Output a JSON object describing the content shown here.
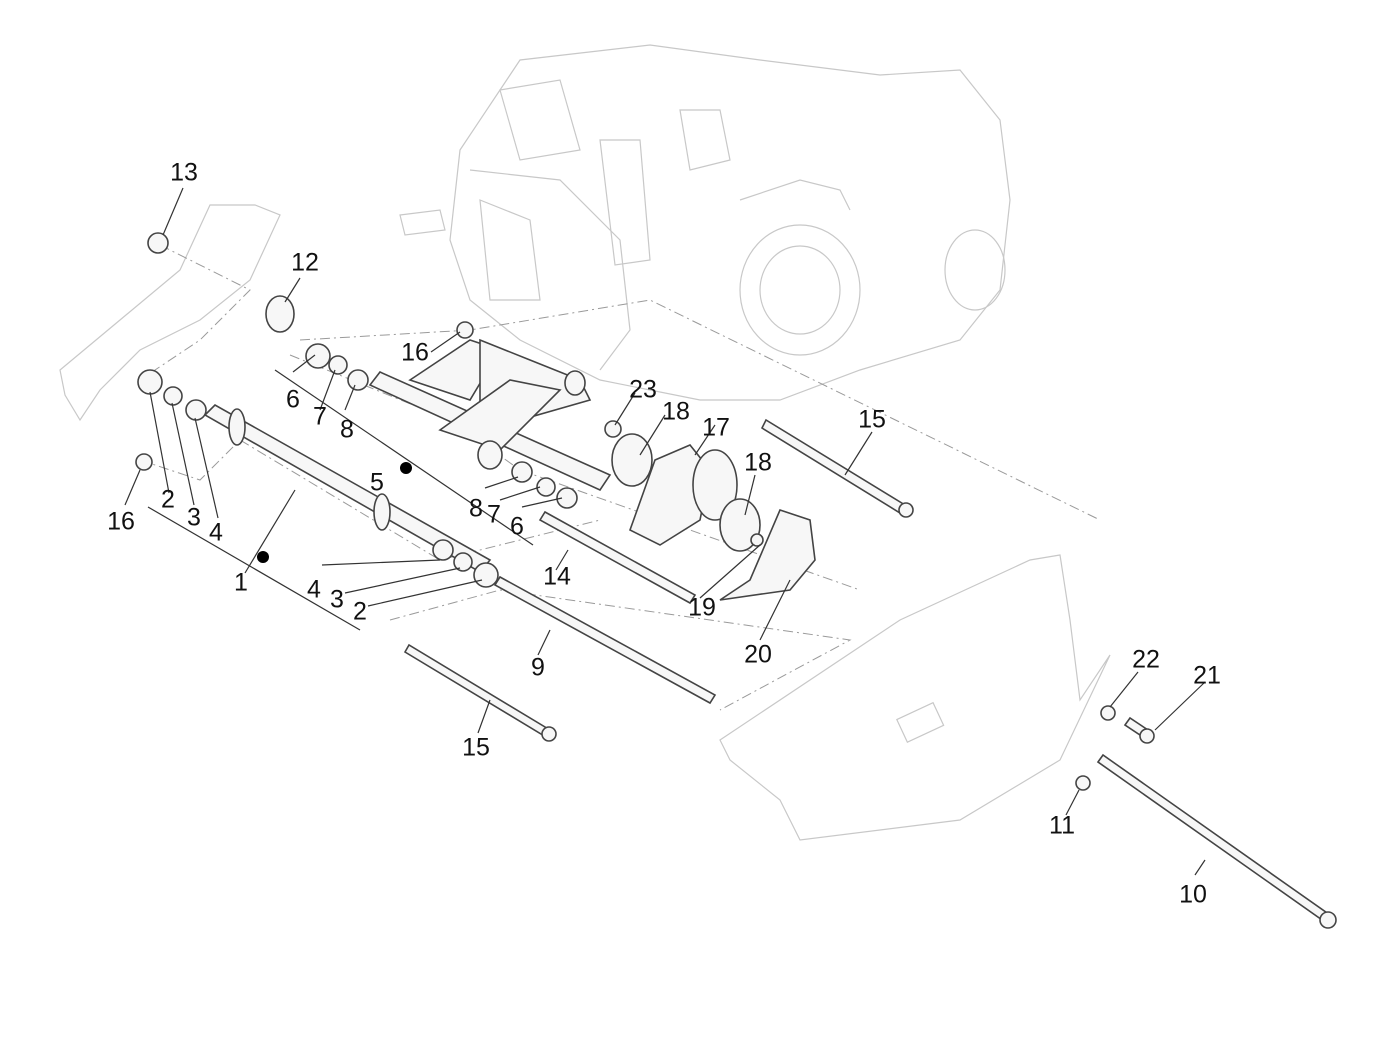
{
  "diagram": {
    "title": "Swing arm exploded parts diagram",
    "background_color": "#ffffff",
    "line_color": "#333333",
    "ghost_color": "#c8c8c8",
    "labels": [
      {
        "id": "l13",
        "text": "13"
      },
      {
        "id": "l12",
        "text": "12"
      },
      {
        "id": "l16a",
        "text": "16"
      },
      {
        "id": "l6a",
        "text": "6"
      },
      {
        "id": "l7a",
        "text": "7"
      },
      {
        "id": "l8a",
        "text": "8"
      },
      {
        "id": "l16b",
        "text": "16"
      },
      {
        "id": "l2a",
        "text": "2"
      },
      {
        "id": "l3a",
        "text": "3"
      },
      {
        "id": "l4a",
        "text": "4"
      },
      {
        "id": "l5",
        "text": "5"
      },
      {
        "id": "l1",
        "text": "1"
      },
      {
        "id": "l4b",
        "text": "4"
      },
      {
        "id": "l3b",
        "text": "3"
      },
      {
        "id": "l2b",
        "text": "2"
      },
      {
        "id": "l23",
        "text": "23"
      },
      {
        "id": "l18a",
        "text": "18"
      },
      {
        "id": "l17",
        "text": "17"
      },
      {
        "id": "l18b",
        "text": "18"
      },
      {
        "id": "l15a",
        "text": "15"
      },
      {
        "id": "l8b",
        "text": "8"
      },
      {
        "id": "l7b",
        "text": "7"
      },
      {
        "id": "l6b",
        "text": "6"
      },
      {
        "id": "l14",
        "text": "14"
      },
      {
        "id": "l19",
        "text": "19"
      },
      {
        "id": "l20",
        "text": "20"
      },
      {
        "id": "l9",
        "text": "9"
      },
      {
        "id": "l15b",
        "text": "15"
      },
      {
        "id": "l22",
        "text": "22"
      },
      {
        "id": "l21",
        "text": "21"
      },
      {
        "id": "l11",
        "text": "11"
      },
      {
        "id": "l10",
        "text": "10"
      }
    ]
  }
}
